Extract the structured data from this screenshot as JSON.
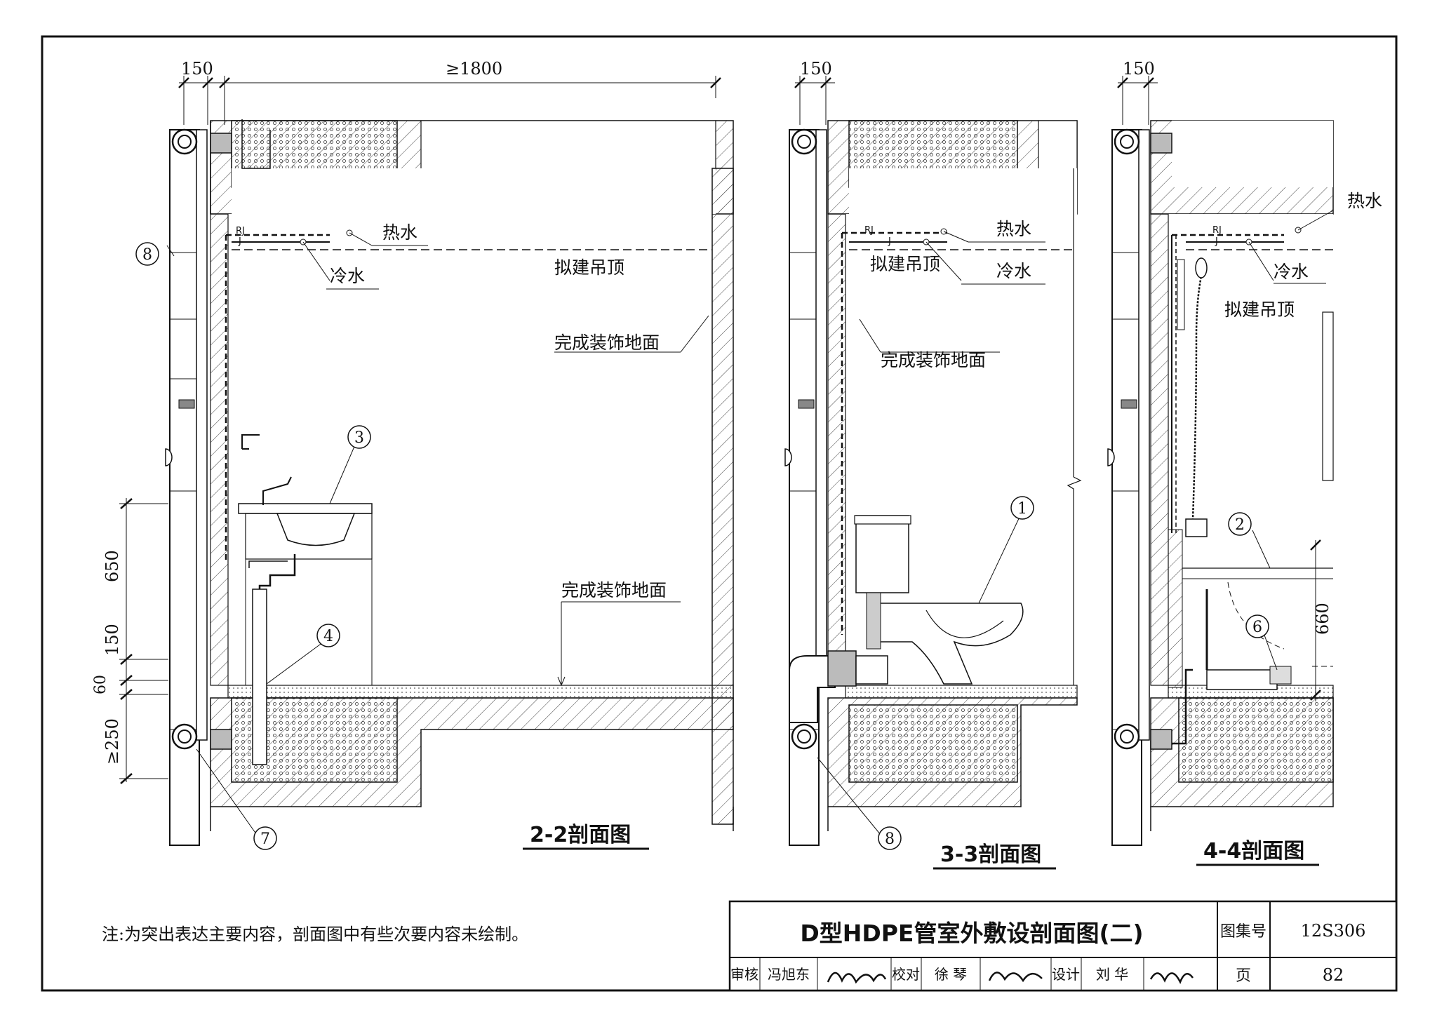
{
  "dims": {
    "d150_a": "150",
    "d1800": "≥1800",
    "d150_b": "150",
    "d150_c": "150",
    "v650": "650",
    "v150": "150",
    "v60": "60",
    "v250": "≥250",
    "v660": "660"
  },
  "pipe_codes": {
    "rj": "RJ",
    "j": "J"
  },
  "labels": {
    "hot_water": "热水",
    "cold_water": "冷水",
    "ceiling": "拟建吊顶",
    "floor_finish": "完成装饰地面"
  },
  "callouts": [
    "1",
    "2",
    "3",
    "4",
    "6",
    "7",
    "8"
  ],
  "sections": {
    "s22": "2-2剖面图",
    "s33": "3-3剖面图",
    "s44": "4-4剖面图"
  },
  "note": "注:为突出表达主要内容，剖面图中有些次要内容未绘制。",
  "title_block": {
    "title": "D型HDPE管室外敷设剖面图(二)",
    "atlas_label": "图集号",
    "atlas_no": "12S306",
    "page_label": "页",
    "page_no": "82",
    "review_label": "审核",
    "review_name": "冯旭东",
    "check_label": "校对",
    "check_name": "徐 琴",
    "design_label": "设计",
    "design_name": "刘 华"
  }
}
